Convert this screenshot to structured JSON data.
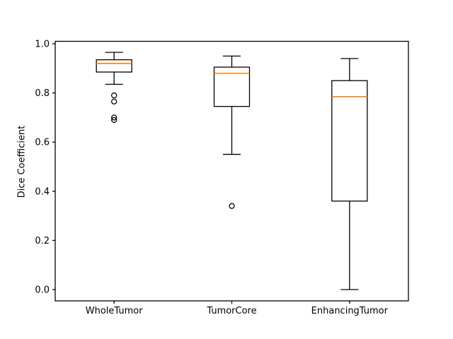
{
  "figure": {
    "background": "#ffffff",
    "axes_edge_color": "#000000"
  },
  "chart_data": {
    "type": "boxplot",
    "title": "",
    "xlabel": "",
    "ylabel": "Dice Coefficient",
    "categories": [
      "WholeTumor",
      "TumorCore",
      "EnhancingTumor"
    ],
    "ytick_labels": [
      "0.0",
      "0.2",
      "0.4",
      "0.6",
      "0.8",
      "1.0"
    ],
    "ytick_values": [
      0.0,
      0.2,
      0.4,
      0.6,
      0.8,
      1.0
    ],
    "ylim": [
      -0.046,
      1.01
    ],
    "grid": false,
    "legend": null,
    "box_edge_color": "#000000",
    "median_color": "#ff7f0e",
    "outlier_marker": "circle",
    "series": [
      {
        "name": "WholeTumor",
        "whisker_low": 0.835,
        "q1": 0.885,
        "median": 0.92,
        "q3": 0.935,
        "whisker_high": 0.965,
        "outliers": [
          0.79,
          0.765,
          0.7,
          0.69
        ]
      },
      {
        "name": "TumorCore",
        "whisker_low": 0.55,
        "q1": 0.745,
        "median": 0.88,
        "q3": 0.905,
        "whisker_high": 0.95,
        "outliers": [
          0.34
        ]
      },
      {
        "name": "EnhancingTumor",
        "whisker_low": 0.0,
        "q1": 0.36,
        "median": 0.785,
        "q3": 0.85,
        "whisker_high": 0.94,
        "outliers": []
      }
    ]
  }
}
